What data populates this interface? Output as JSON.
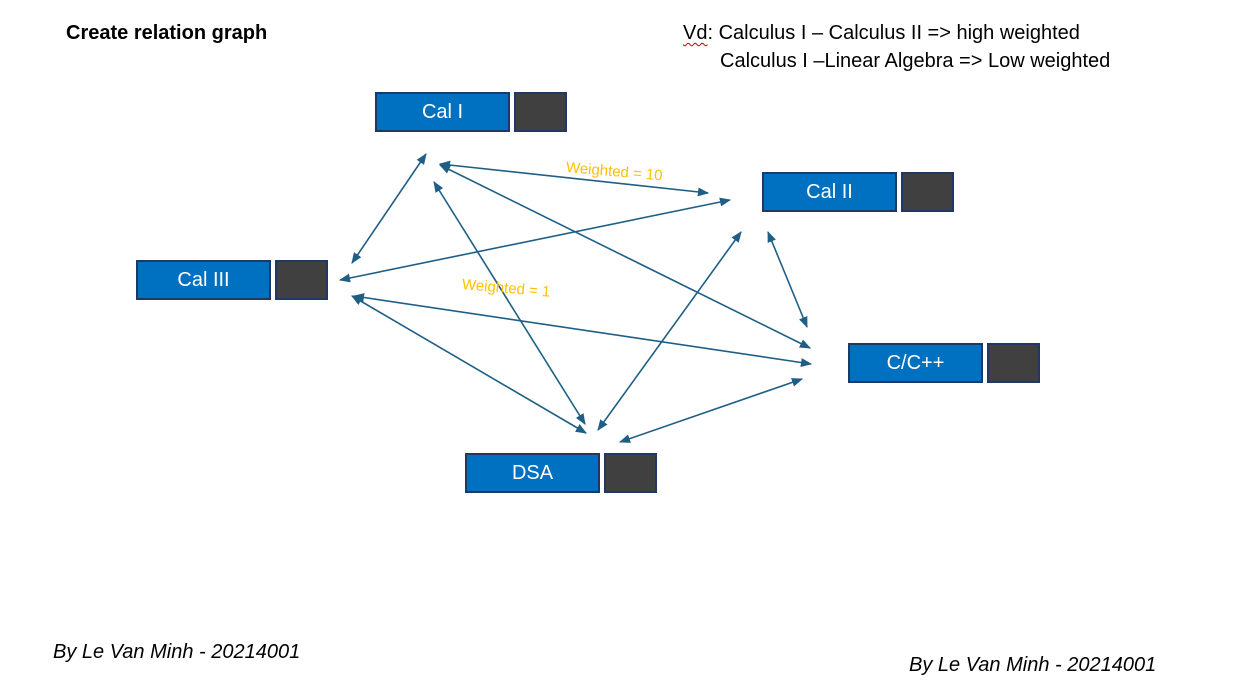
{
  "title": "Create relation graph",
  "note": {
    "prefix": "Vd",
    "line1_text": ": Calculus I – Calculus II => high weighted",
    "line2_text": "Calculus I –Linear Algebra => Low weighted"
  },
  "nodes": {
    "cal1": "Cal I",
    "cal2": "Cal II",
    "cal3": "Cal III",
    "cpp": "C/C++",
    "dsa": "DSA"
  },
  "weights": {
    "high": "Weighted = 10",
    "low": "Weighted = 1"
  },
  "colors": {
    "node_fill": "#0070c0",
    "node_border": "#1f3864",
    "side_box": "#404040",
    "edge": "#1f5f86",
    "weight_label": "#ffc000"
  },
  "authors": {
    "left": "By Le Van Minh - 20214001",
    "right": "By Le Van Minh - 20214001"
  }
}
